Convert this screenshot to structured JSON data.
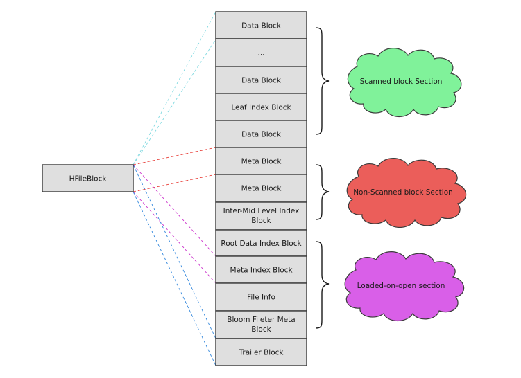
{
  "source_block": {
    "label": "HFileBlock"
  },
  "blocks": [
    {
      "lines": [
        "Data Block"
      ]
    },
    {
      "lines": [
        "..."
      ]
    },
    {
      "lines": [
        "Data Block"
      ]
    },
    {
      "lines": [
        "Leaf Index Block"
      ]
    },
    {
      "lines": [
        "Data Block"
      ]
    },
    {
      "lines": [
        "Meta Block"
      ]
    },
    {
      "lines": [
        "Meta Block"
      ]
    },
    {
      "lines": [
        "Inter-Mid Level Index",
        "Block"
      ]
    },
    {
      "lines": [
        "Root Data Index Block"
      ]
    },
    {
      "lines": [
        "Meta Index Block"
      ]
    },
    {
      "lines": [
        "File Info"
      ]
    },
    {
      "lines": [
        "Bloom Fileter Meta",
        "Block"
      ]
    },
    {
      "lines": [
        "Trailer Block"
      ]
    }
  ],
  "sections": [
    {
      "label": "Scanned block Section",
      "color": "#80f29a"
    },
    {
      "label": "Non-Scanned block Section",
      "color": "#eb5e5a"
    },
    {
      "label": "Loaded-on-open section",
      "color": "#d95fe8"
    }
  ],
  "connector_colors": {
    "cyan": "#7fd9e0",
    "red": "#e8403a",
    "magenta": "#cc33cc",
    "blue": "#3388dd"
  }
}
